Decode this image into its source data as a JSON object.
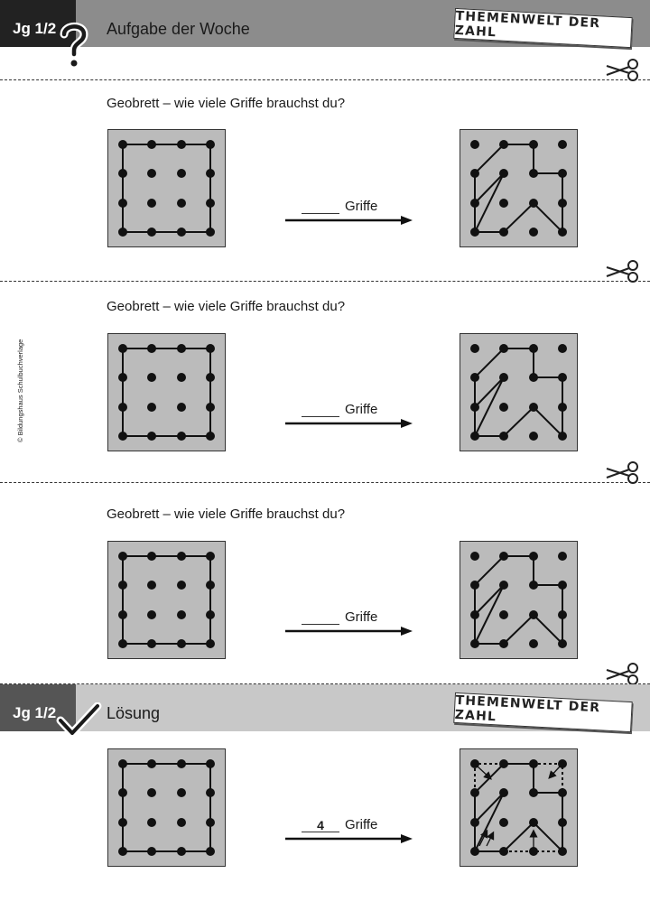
{
  "header": {
    "grade": "Jg 1/2",
    "title": "Aufgabe der Woche",
    "series": "THEMENWELT DER ZAHL"
  },
  "tasks": [
    {
      "question": "Geobrett – wie viele Griffe brauchst du?",
      "answer_label": "Griffe",
      "answer_value": ""
    },
    {
      "question": "Geobrett – wie viele Griffe brauchst du?",
      "answer_label": "Griffe",
      "answer_value": ""
    },
    {
      "question": "Geobrett – wie viele Griffe brauchst du?",
      "answer_label": "Griffe",
      "answer_value": ""
    }
  ],
  "solution": {
    "grade": "Jg 1/2",
    "title": "Lösung",
    "series": "THEMENWELT DER ZAHL",
    "answer_label": "Griffe",
    "answer_value": "4"
  },
  "copyright": "© Bildungshaus Schulbuchverlage",
  "colors": {
    "header_dark": "#222222",
    "header_mid": "#8c8c8c",
    "header_light": "#c8c8c8",
    "board_fill": "#bbbbbb"
  },
  "icons": [
    "question-mark-icon",
    "check-mark-icon",
    "scissors-icon"
  ]
}
